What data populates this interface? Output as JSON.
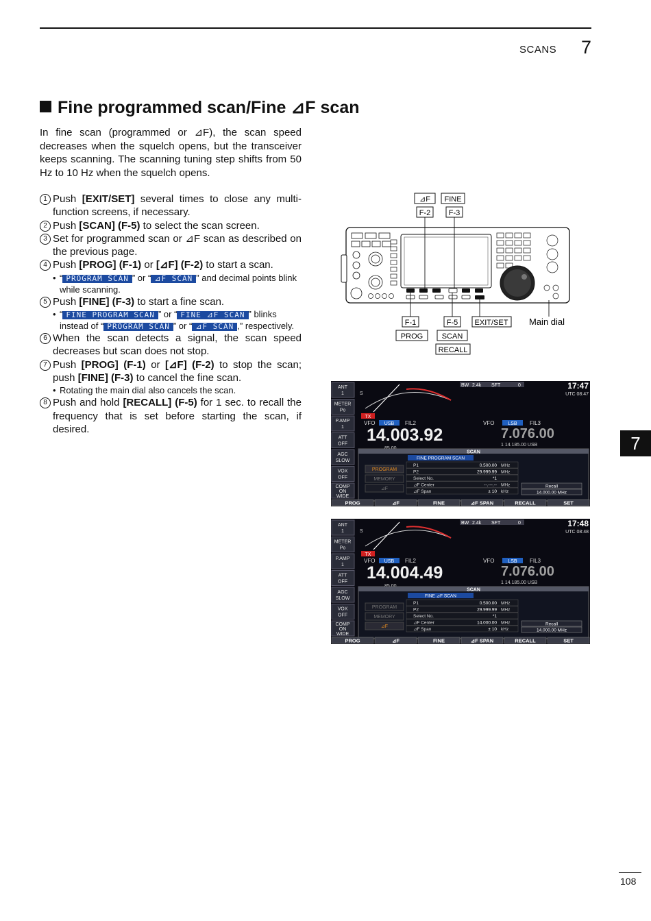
{
  "header": {
    "section": "SCANS",
    "chapter": "7"
  },
  "title": "Fine programmed scan/Fine ⊿F scan",
  "intro": "In fine scan (programmed or ⊿F), the scan speed decreases when the squelch opens, but the transceiver keeps scanning. The scanning tuning step shifts from 50 Hz to 10 Hz when the squelch opens.",
  "steps": {
    "s1": {
      "num": "1",
      "pre": "Push ",
      "key": "[EXIT/SET]",
      "post": " several times to close any multi-function screens, if necessary."
    },
    "s2": {
      "num": "2",
      "pre": "Push ",
      "key": "[SCAN] (F-5)",
      "post": " to select the scan screen."
    },
    "s3": {
      "num": "3",
      "text": "Set for programmed scan or ⊿F scan as described on the previous page."
    },
    "s4": {
      "num": "4",
      "pre": "Push ",
      "key1": "[PROG] (F-1)",
      "mid": " or ",
      "key2": "[⊿F] (F-2)",
      "post": " to start a scan.",
      "note_lcd1": "PROGRAM SCAN",
      "note_or": " or ",
      "note_lcd2": "⊿F SCAN",
      "note_post": " and decimal points blink while scanning."
    },
    "s5": {
      "num": "5",
      "pre": "Push ",
      "key": "[FINE] (F-3)",
      "post": " to start a fine scan.",
      "note_lcd1": "FINE PROGRAM SCAN",
      "note_or": " or ",
      "note_lcd2": "FINE ⊿F SCAN",
      "note_mid": " blinks instead of ",
      "note_lcd3": "PROGRAM SCAN",
      "note_or2": " or ",
      "note_lcd4": "⊿F SCAN",
      "note_end": "respectively."
    },
    "s6": {
      "num": "6",
      "text": "When the scan detects a signal, the scan speed decreases but scan does not stop."
    },
    "s7": {
      "num": "7",
      "pre": "Push ",
      "key1": "[PROG] (F-1)",
      "mid": " or ",
      "key2": "[⊿F] (F-2)",
      "post": " to stop the scan; push ",
      "key3": "[FINE] (F-3)",
      "post2": " to cancel the fine scan.",
      "note": "Rotating the main dial also cancels the scan."
    },
    "s8": {
      "num": "8",
      "pre": "Push and hold ",
      "key": "[RECALL] (F-5)",
      "post": " for 1 sec. to recall the frequency that is set before starting the scan, if desired."
    }
  },
  "panel": {
    "labels": {
      "df": "⊿F",
      "fine": "FINE",
      "f2": "F-2",
      "f3": "F-3",
      "f1": "F-1",
      "f5": "F-5",
      "exit": "EXIT/SET",
      "main_dial": "Main dial",
      "prog": "PROG",
      "scan": "SCAN",
      "recall": "RECALL"
    }
  },
  "screens": [
    {
      "left_buttons": [
        [
          "ANT",
          "1"
        ],
        [
          "METER",
          "Po"
        ],
        [
          "P.AMP",
          "1"
        ],
        [
          "ATT",
          "OFF"
        ],
        [
          "AGC",
          "SLOW"
        ],
        [
          "VOX",
          "OFF"
        ],
        [
          "COMP",
          "ON",
          "WIDE"
        ]
      ],
      "bw": "BW",
      "bw_val": "2.4k",
      "sft": "SFT",
      "sft_val": "0",
      "time": "17:47",
      "utc": "UTC 08:47",
      "tx": "TX",
      "vfo": "VFO",
      "mode_a": "USB",
      "fil_a": "FIL2",
      "vfo_b": "VFO",
      "mode_b": "LSB",
      "fil_b": "FIL3",
      "freq_main": "14.003.92",
      "freq_sub": "7.076.00",
      "sub_info": "1  14.185.00  USB",
      "main_info": "85.00",
      "scan_title": "SCAN",
      "scan_mode": "FINE PROGRAM SCAN",
      "side": [
        "PROGRAM",
        "MEMORY",
        "⊿F"
      ],
      "rows": [
        [
          "P1",
          "0.500.00",
          "MHz"
        ],
        [
          "P2",
          "29.999.99",
          "MHz"
        ],
        [
          "Select No.",
          "*1",
          ""
        ],
        [
          "⊿F Center",
          "--.---.--",
          "MHz"
        ],
        [
          "⊿F Span",
          "±  10",
          "kHz"
        ]
      ],
      "recall": "Recall",
      "recall_freq": "14.000.00 MHz",
      "fkeys": [
        "PROG",
        "⊿F",
        "FINE",
        "⊿F SPAN",
        "RECALL",
        "SET"
      ]
    },
    {
      "left_buttons": [
        [
          "ANT",
          "1"
        ],
        [
          "METER",
          "Po"
        ],
        [
          "P.AMP",
          "1"
        ],
        [
          "ATT",
          "OFF"
        ],
        [
          "AGC",
          "SLOW"
        ],
        [
          "VOX",
          "OFF"
        ],
        [
          "COMP",
          "ON",
          "WIDE"
        ]
      ],
      "bw": "BW",
      "bw_val": "2.4k",
      "sft": "SFT",
      "sft_val": "0",
      "time": "17:48",
      "utc": "UTC 08:48",
      "tx": "TX",
      "vfo": "VFO",
      "mode_a": "USB",
      "fil_a": "FIL2",
      "vfo_b": "VFO",
      "mode_b": "LSB",
      "fil_b": "FIL3",
      "freq_main": "14.004.49",
      "freq_sub": "7.076.00",
      "sub_info": "1  14.185.00  USB",
      "main_info": "85.00",
      "scan_title": "SCAN",
      "scan_mode": "FINE ⊿F SCAN",
      "side": [
        "PROGRAM",
        "MEMORY",
        "⊿F"
      ],
      "rows": [
        [
          "P1",
          "0.500.00",
          "MHz"
        ],
        [
          "P2",
          "29.999.99",
          "MHz"
        ],
        [
          "Select No.",
          "*1",
          ""
        ],
        [
          "⊿F Center",
          "14.000.00",
          "MHz"
        ],
        [
          "⊿F Span",
          "±  10",
          "kHz"
        ]
      ],
      "recall": "Recall",
      "recall_freq": "14.000.00 MHz",
      "fkeys": [
        "PROG",
        "⊿F",
        "FINE",
        "⊿F SPAN",
        "RECALL",
        "SET"
      ]
    }
  ],
  "side_tab": "7",
  "page_number": "108",
  "colors": {
    "lcd_blue": "#1c4aa0",
    "screen_bg": "#0a0a12",
    "freq_white": "#f2f2f2",
    "freq_grey": "#a0a0a0",
    "accent_orange": "#e08a20",
    "tx_red": "#d02020"
  }
}
